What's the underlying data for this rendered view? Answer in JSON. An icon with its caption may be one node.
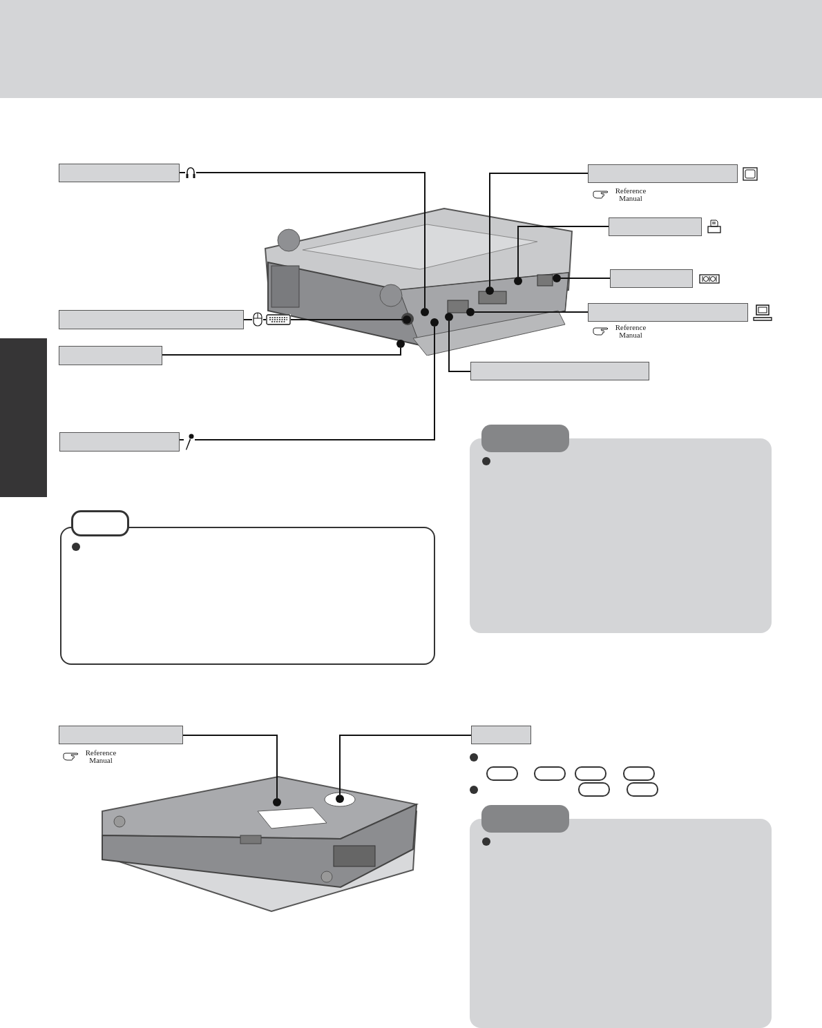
{
  "diagram": {
    "nodes": [
      {
        "text": [],
        "shape": "box"
      },
      {
        "text": [],
        "shape": "box",
        "beside": [
          "Reference Manual"
        ]
      },
      {
        "text": [],
        "shape": "box"
      },
      {
        "text": [],
        "shape": "box"
      },
      {
        "text": [],
        "shape": "box"
      },
      {
        "text": [],
        "shape": "box"
      },
      {
        "text": [],
        "shape": "box",
        "beside": [
          "Reference Manual"
        ]
      },
      {
        "text": [],
        "shape": "box"
      },
      {
        "text": [],
        "shape": "box"
      },
      {
        "text": [],
        "shape": "box",
        "beside": [
          "Reference Manual"
        ]
      },
      {
        "text": [],
        "shape": "box"
      },
      {
        "text": [],
        "shape": "circle"
      },
      {
        "text": [],
        "shape": "circle"
      },
      {
        "text": [],
        "shape": "circle"
      },
      {
        "text": [],
        "shape": "circle"
      },
      {
        "text": [],
        "shape": "circle"
      },
      {
        "text": [],
        "shape": "circle"
      },
      {
        "text": [],
        "shape": "circle"
      },
      {
        "text": [],
        "shape": "circle"
      },
      {
        "text": [],
        "shape": "circle"
      },
      {
        "text": [],
        "shape": "circle"
      },
      {
        "text": [],
        "shape": "circle"
      },
      {
        "text": [],
        "shape": "box"
      },
      {
        "text": [],
        "shape": "box"
      },
      {
        "text": [],
        "shape": "box"
      },
      {
        "text": [],
        "shape": "box"
      }
    ],
    "edges": [
      {
        "from": 0,
        "to": 11,
        "arrow": "none"
      },
      {
        "from": 1,
        "to": 12,
        "arrow": "none"
      },
      {
        "from": 2,
        "to": 13,
        "arrow": "none"
      },
      {
        "from": 3,
        "to": 14,
        "arrow": "none"
      },
      {
        "from": 4,
        "to": 15,
        "arrow": "none"
      },
      {
        "from": 5,
        "to": 16,
        "arrow": "none"
      },
      {
        "from": 6,
        "to": 17,
        "arrow": "none"
      },
      {
        "from": 7,
        "to": 18,
        "arrow": "none"
      },
      {
        "from": 8,
        "to": 19,
        "arrow": "none"
      },
      {
        "from": 9,
        "to": 20,
        "arrow": "none"
      },
      {
        "from": 10,
        "to": 21,
        "arrow": "none"
      }
    ]
  }
}
